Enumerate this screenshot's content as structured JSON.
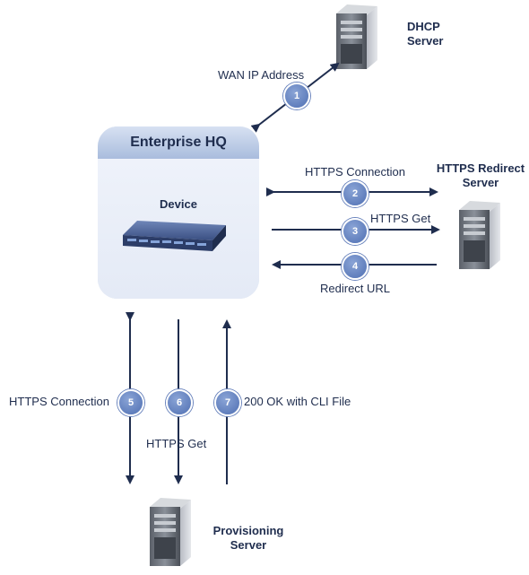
{
  "dhcp_server": {
    "label_line1": "DHCP",
    "label_line2": "Server",
    "icon": "server-tower-icon"
  },
  "redirect_server": {
    "label_line1": "HTTPS Redirect",
    "label_line2": "Server",
    "icon": "server-tower-icon"
  },
  "provisioning_server": {
    "label_line1": "Provisioning",
    "label_line2": "Server",
    "icon": "server-tower-icon"
  },
  "enterprise": {
    "title": "Enterprise HQ",
    "device_label": "Device",
    "device_icon": "network-device-icon"
  },
  "steps": [
    {
      "number": "1",
      "label": "WAN IP Address"
    },
    {
      "number": "2",
      "label": "HTTPS Connection"
    },
    {
      "number": "3",
      "label": "HTTPS Get"
    },
    {
      "number": "4",
      "label": "Redirect URL"
    },
    {
      "number": "5",
      "label": "HTTPS Connection"
    },
    {
      "number": "6",
      "label": "HTTPS Get"
    },
    {
      "number": "7",
      "label": "200 OK with CLI File"
    }
  ],
  "colors": {
    "arrow": "#1f2d4e",
    "badge": "#5a78b8",
    "hq_header": "#b5c6e4",
    "hq_body": "#e9eef8"
  }
}
